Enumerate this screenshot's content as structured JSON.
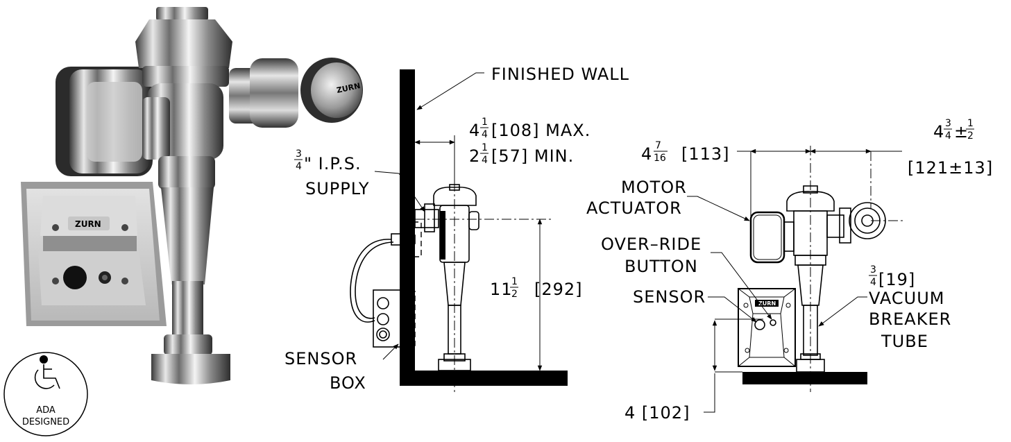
{
  "labels": {
    "finished_wall": "FINISHED WALL",
    "max_whole": "4",
    "max_num": "1",
    "max_den": "4",
    "max_rest": "[108]  MAX.",
    "min_whole": "2",
    "min_num": "1",
    "min_den": "4",
    "min_rest": "[57]  MIN.",
    "supply_num": "3",
    "supply_den": "4",
    "supply_line1": "\"  I.P.S.",
    "supply_line2": "SUPPLY",
    "height_whole": "11",
    "height_num": "1",
    "height_den": "2",
    "height_rest": "[292]",
    "sensor_box_line1": "SENSOR",
    "sensor_box_line2": "BOX",
    "offset_whole": "4",
    "offset_num": "7",
    "offset_den": "16",
    "offset_rest": "[113]",
    "right_whole": "4",
    "right_num": "3",
    "right_den": "4",
    "right_pm": "±",
    "right_pm_num": "1",
    "right_pm_den": "2",
    "right_metric": "[121±13]",
    "motor_line1": "MOTOR",
    "motor_line2": "ACTUATOR",
    "override_line1": "OVER–RIDE",
    "override_line2": "BUTTON",
    "sensor": "SENSOR",
    "tube_num": "3",
    "tube_den": "4",
    "tube_rest": "[19]",
    "tube_line1": "VACUUM",
    "tube_line2": "BREAKER",
    "tube_line3": "TUBE",
    "bottom_dim": "4  [102]",
    "ada_line1": "ADA",
    "ada_line2": "DESIGNED",
    "brand": "ZURN"
  }
}
